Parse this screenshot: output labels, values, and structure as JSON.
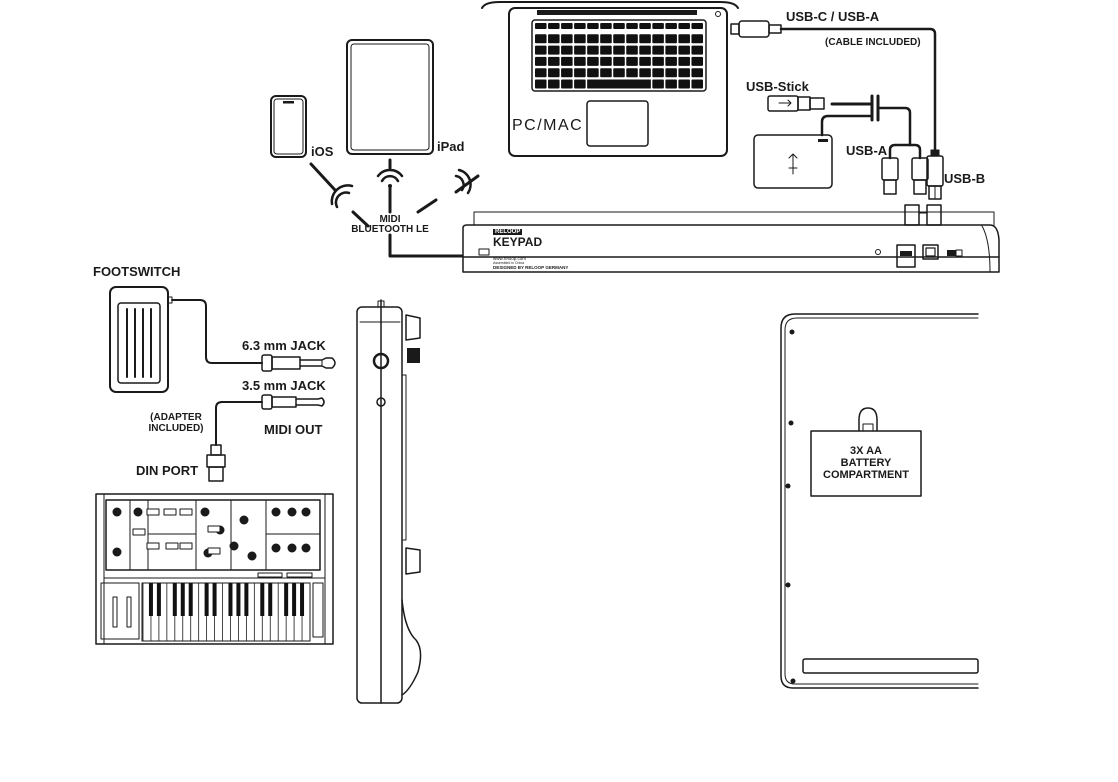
{
  "devices": {
    "ios": {
      "label": "iOS"
    },
    "ipad": {
      "label": "iPad"
    },
    "pc_mac": {
      "label": "PC/MAC"
    },
    "usb_stick": {
      "label": "USB-Stick"
    },
    "keypad": {
      "brand": "RELOOP",
      "model": "KEYPAD",
      "website": "www.reloop.com",
      "assembled": "Assembled in China",
      "designed": "DESIGNED BY RELOOP GERMANY"
    },
    "footswitch": {
      "label": "FOOTSWITCH"
    },
    "battery": {
      "line1": "3X AA",
      "line2": "BATTERY",
      "line3": "COMPARTMENT"
    }
  },
  "connections": {
    "bluetooth": {
      "line1": "MIDI",
      "line2": "BLUETOOTH LE"
    },
    "usb_c_a": {
      "label": "USB-C / USB-A",
      "note": "(CABLE INCLUDED)"
    },
    "usb_a": {
      "label": "USB-A"
    },
    "usb_b": {
      "label": "USB-B"
    },
    "jack_63": {
      "label": "6.3 mm JACK"
    },
    "jack_35": {
      "label": "3.5 mm JACK"
    },
    "midi_out": {
      "label": "MIDI OUT"
    },
    "adapter": {
      "line1": "(ADAPTER",
      "line2": "INCLUDED)"
    },
    "din": {
      "label": "DIN PORT"
    }
  },
  "colors": {
    "ink": "#1a1a1a",
    "paper": "#ffffff",
    "keys": "#111111"
  }
}
